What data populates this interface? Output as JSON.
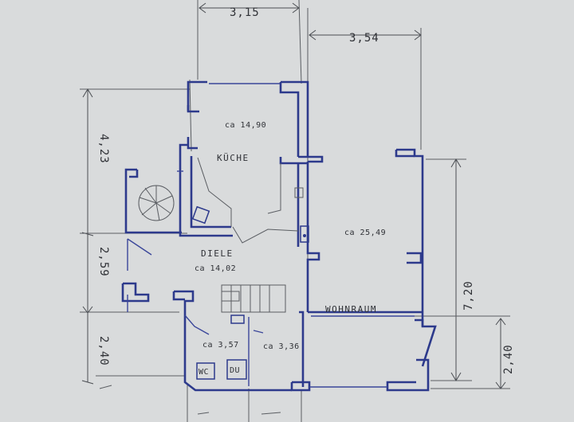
{
  "dimensions": {
    "top_width_left": "3,15",
    "top_width_right": "3,54",
    "left_height_upper": "4,23",
    "left_height_middle": "2,59",
    "left_height_lower": "2,40",
    "right_height_upper": "7,20",
    "right_height_lower": "2,40"
  },
  "rooms": {
    "kueche_area": "ca 14,90",
    "kueche_name": "KÜCHE",
    "diele_name": "DIELE",
    "diele_area": "ca 14,02",
    "wohnraum_area": "ca 25,49",
    "wohnraum_name": "WOHNRAUM",
    "room_small_left_area": "ca 3,57",
    "room_small_right_area": "ca 3,36"
  },
  "fixtures": {
    "wc_label": "WC",
    "du_label": "DU"
  }
}
